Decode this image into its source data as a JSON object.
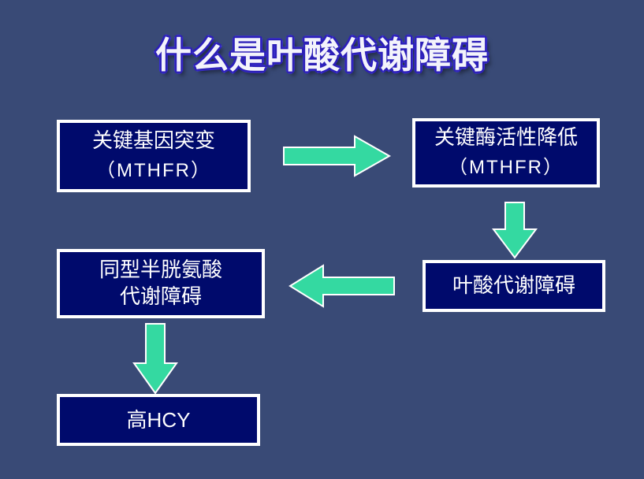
{
  "title": "什么是叶酸代谢障碍",
  "nodes": {
    "gene_mutation": {
      "line1": "关键基因突变",
      "line2": "（MTHFR）"
    },
    "enzyme_activity": {
      "line1": "关键酶活性降低",
      "line2": "（MTHFR）"
    },
    "folate_disorder": {
      "line1": "叶酸代谢障碍"
    },
    "homocysteine_disorder": {
      "line1": "同型半胱氨酸",
      "line2": "代谢障碍"
    },
    "high_hcy": {
      "line1": "高HCY"
    }
  },
  "edges": [
    {
      "from": "gene_mutation",
      "to": "enzyme_activity",
      "direction": "right"
    },
    {
      "from": "enzyme_activity",
      "to": "folate_disorder",
      "direction": "down"
    },
    {
      "from": "folate_disorder",
      "to": "homocysteine_disorder",
      "direction": "left"
    },
    {
      "from": "homocysteine_disorder",
      "to": "high_hcy",
      "direction": "down"
    }
  ],
  "colors": {
    "background": "#394a76",
    "box_fill": "#000a6c",
    "box_border": "#ffffff",
    "arrow": "#34d9a1",
    "title_outline": "#2c1fb8"
  }
}
